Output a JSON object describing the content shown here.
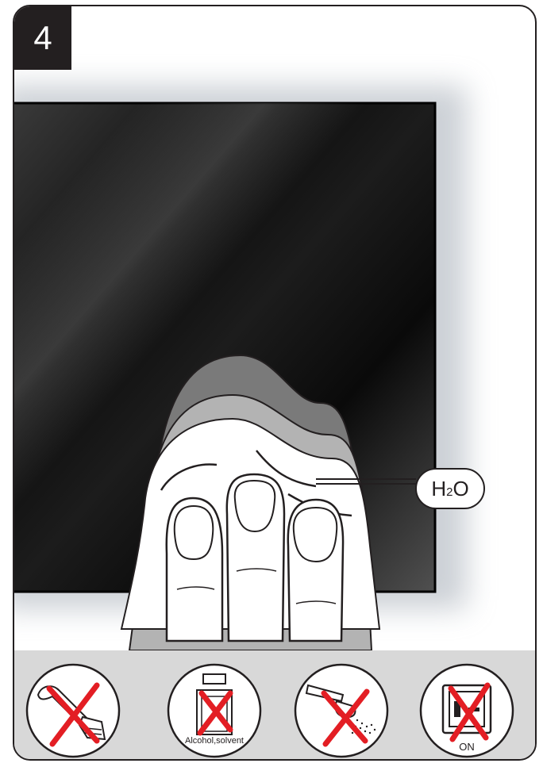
{
  "step": {
    "number": "4"
  },
  "label": {
    "h2o_main": "H",
    "h2o_sub": "2",
    "h2o_tail": "O"
  },
  "warnings": [
    {
      "icon": "brush-crossed-icon",
      "text": ""
    },
    {
      "icon": "bottle-crossed-icon",
      "text": "Alcohol,solvent"
    },
    {
      "icon": "spray-crossed-icon",
      "text": ""
    },
    {
      "icon": "switch-on-crossed-icon",
      "text": "ON"
    }
  ],
  "colors": {
    "outline": "#231f20",
    "cross": "#e31e24",
    "band": "#d8d8d8",
    "screen": "#141414"
  }
}
